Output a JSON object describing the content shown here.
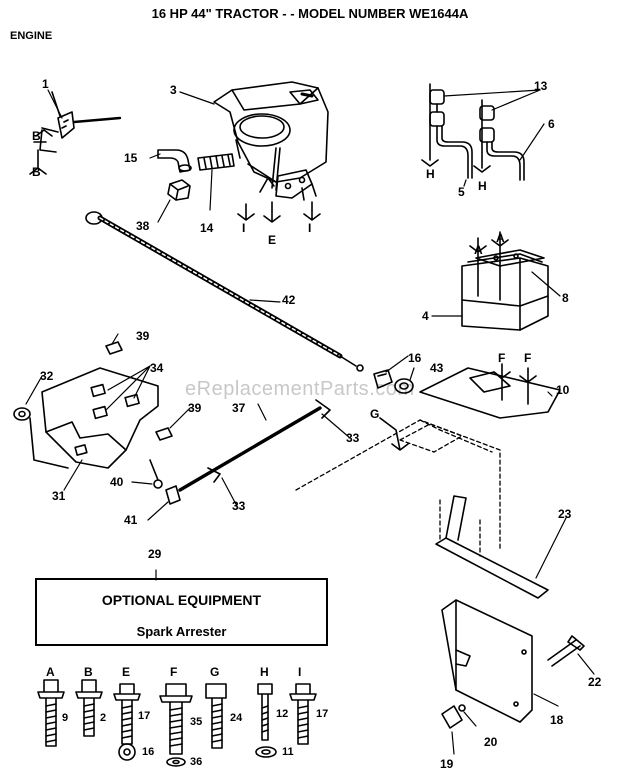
{
  "header": {
    "title": "16 HP 44\" TRACTOR - - MODEL NUMBER WE1644A",
    "section": "ENGINE"
  },
  "watermark": "eReplacementParts.com",
  "optional": {
    "callout": "29",
    "title": "OPTIONAL EQUIPMENT",
    "item": "Spark Arrester"
  },
  "callouts": {
    "p1": "1",
    "p3": "3",
    "p4": "4",
    "p5": "5",
    "p6": "6",
    "p8": "8",
    "p10": "10",
    "p13": "13",
    "p14": "14",
    "p15": "15",
    "p16": "16",
    "p18": "18",
    "p19": "19",
    "p20": "20",
    "p22": "22",
    "p23": "23",
    "p31": "31",
    "p32": "32",
    "p33a": "33",
    "p33b": "33",
    "p34": "34",
    "p37": "37",
    "p38": "38",
    "p39a": "39",
    "p39b": "39",
    "p40": "40",
    "p41": "41",
    "p42": "42",
    "p43": "43"
  },
  "letters": {
    "B1": "B",
    "B2": "B",
    "I1": "I",
    "E1": "E",
    "I2": "I",
    "H1": "H",
    "H2": "H",
    "A1": "A",
    "A2": "A",
    "F1": "F",
    "F2": "F",
    "G1": "G"
  },
  "hardware": [
    {
      "letter": "A",
      "qty": "9"
    },
    {
      "letter": "B",
      "qty": "2"
    },
    {
      "letter": "E",
      "qty": "17",
      "washer_qty": "16"
    },
    {
      "letter": "F",
      "qty": "35",
      "washer_qty": "36"
    },
    {
      "letter": "G",
      "qty": "24"
    },
    {
      "letter": "H",
      "qty": "12",
      "washer_qty": "11"
    },
    {
      "letter": "I",
      "qty": "17"
    }
  ]
}
